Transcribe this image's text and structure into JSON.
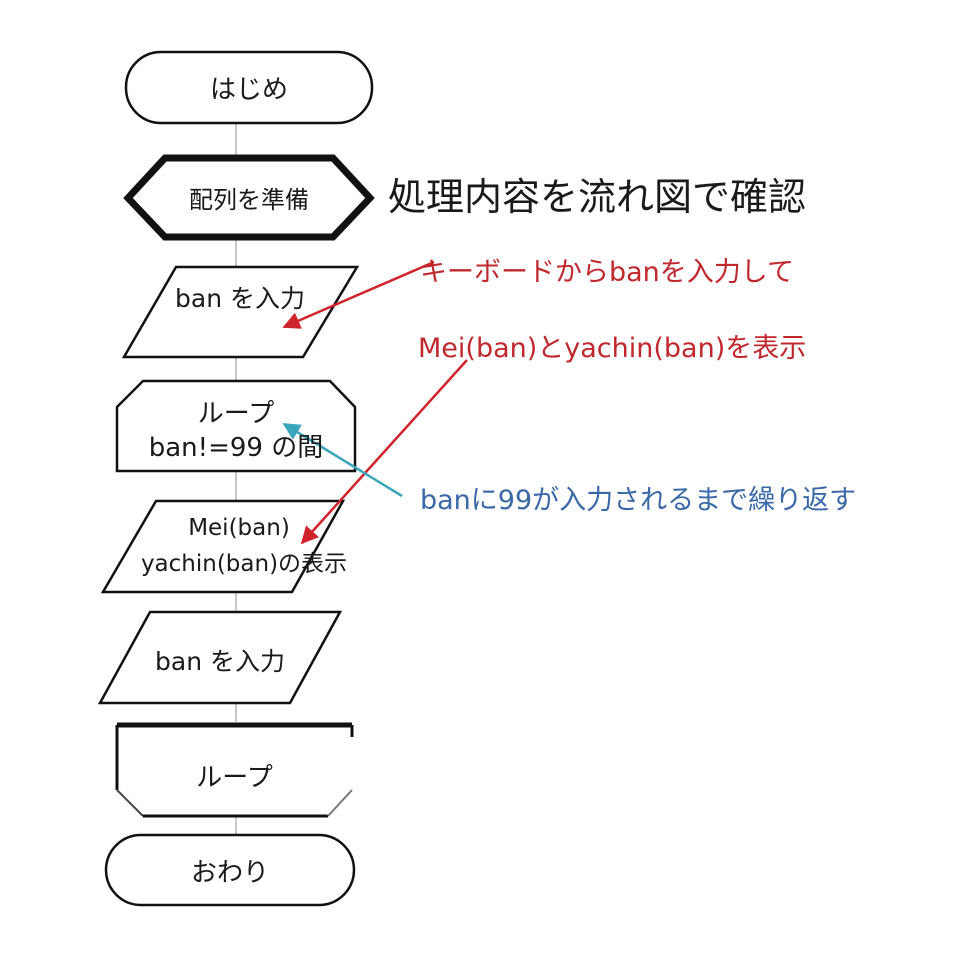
{
  "title": "処理内容を流れ図で確認",
  "nodes": {
    "start": "はじめ",
    "prepare": "配列を準備",
    "input1": "ban を入力",
    "loop_start_line1": "ループ",
    "loop_start_line2": "ban!=99 の間",
    "output_line1": "Mei(ban)",
    "output_line2": "yachin(ban)の表示",
    "input2": "ban を入力",
    "loop_end": "ループ",
    "end": "おわり"
  },
  "annotations": {
    "input_note": "キーボードからbanを入力して",
    "output_note": "Mei(ban)とyachin(ban)を表示",
    "loop_note": "banに99が入力されるまで繰り返す"
  },
  "colors": {
    "title": "#1a1a1a",
    "input_note": "#c0282e",
    "output_note": "#c0282e",
    "loop_note": "#3a68a8",
    "red_arrow": "#d0242c",
    "teal_arrow": "#3aa6bc"
  }
}
